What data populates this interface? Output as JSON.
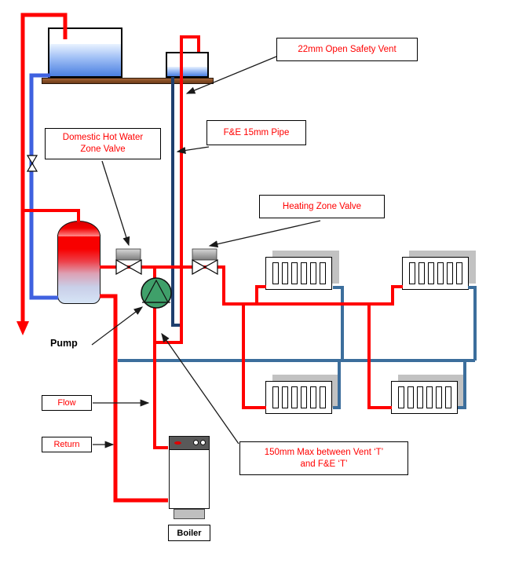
{
  "labels": {
    "open_safety_vent": "22mm Open Safety Vent",
    "fe_pipe": "F&E 15mm Pipe",
    "dhw_zone_valve_line1": "Domestic Hot Water",
    "dhw_zone_valve_line2": "Zone Valve",
    "heating_zone_valve": "Heating Zone Valve",
    "max_distance_line1": "150mm Max between Vent ‘T’",
    "max_distance_line2": "and F&E ‘T’",
    "pump": "Pump",
    "flow": "Flow",
    "return": "Return",
    "boiler": "Boiler"
  },
  "radiators": {
    "count": 4,
    "slots_per_radiator": 6
  },
  "colors": {
    "hot_pipe": "#FF0000",
    "cold_feed_pipe": "#3F61E0",
    "fe_feed_pipe": "#1F3F6E",
    "heating_return_pipe": "#3C6E9C",
    "pump_body": "#3FA06A",
    "shelf": "#8B5127",
    "label_text": "#FF0000",
    "radiator_shadow": "#C2C2C2",
    "boiler_panel": "#595959"
  }
}
